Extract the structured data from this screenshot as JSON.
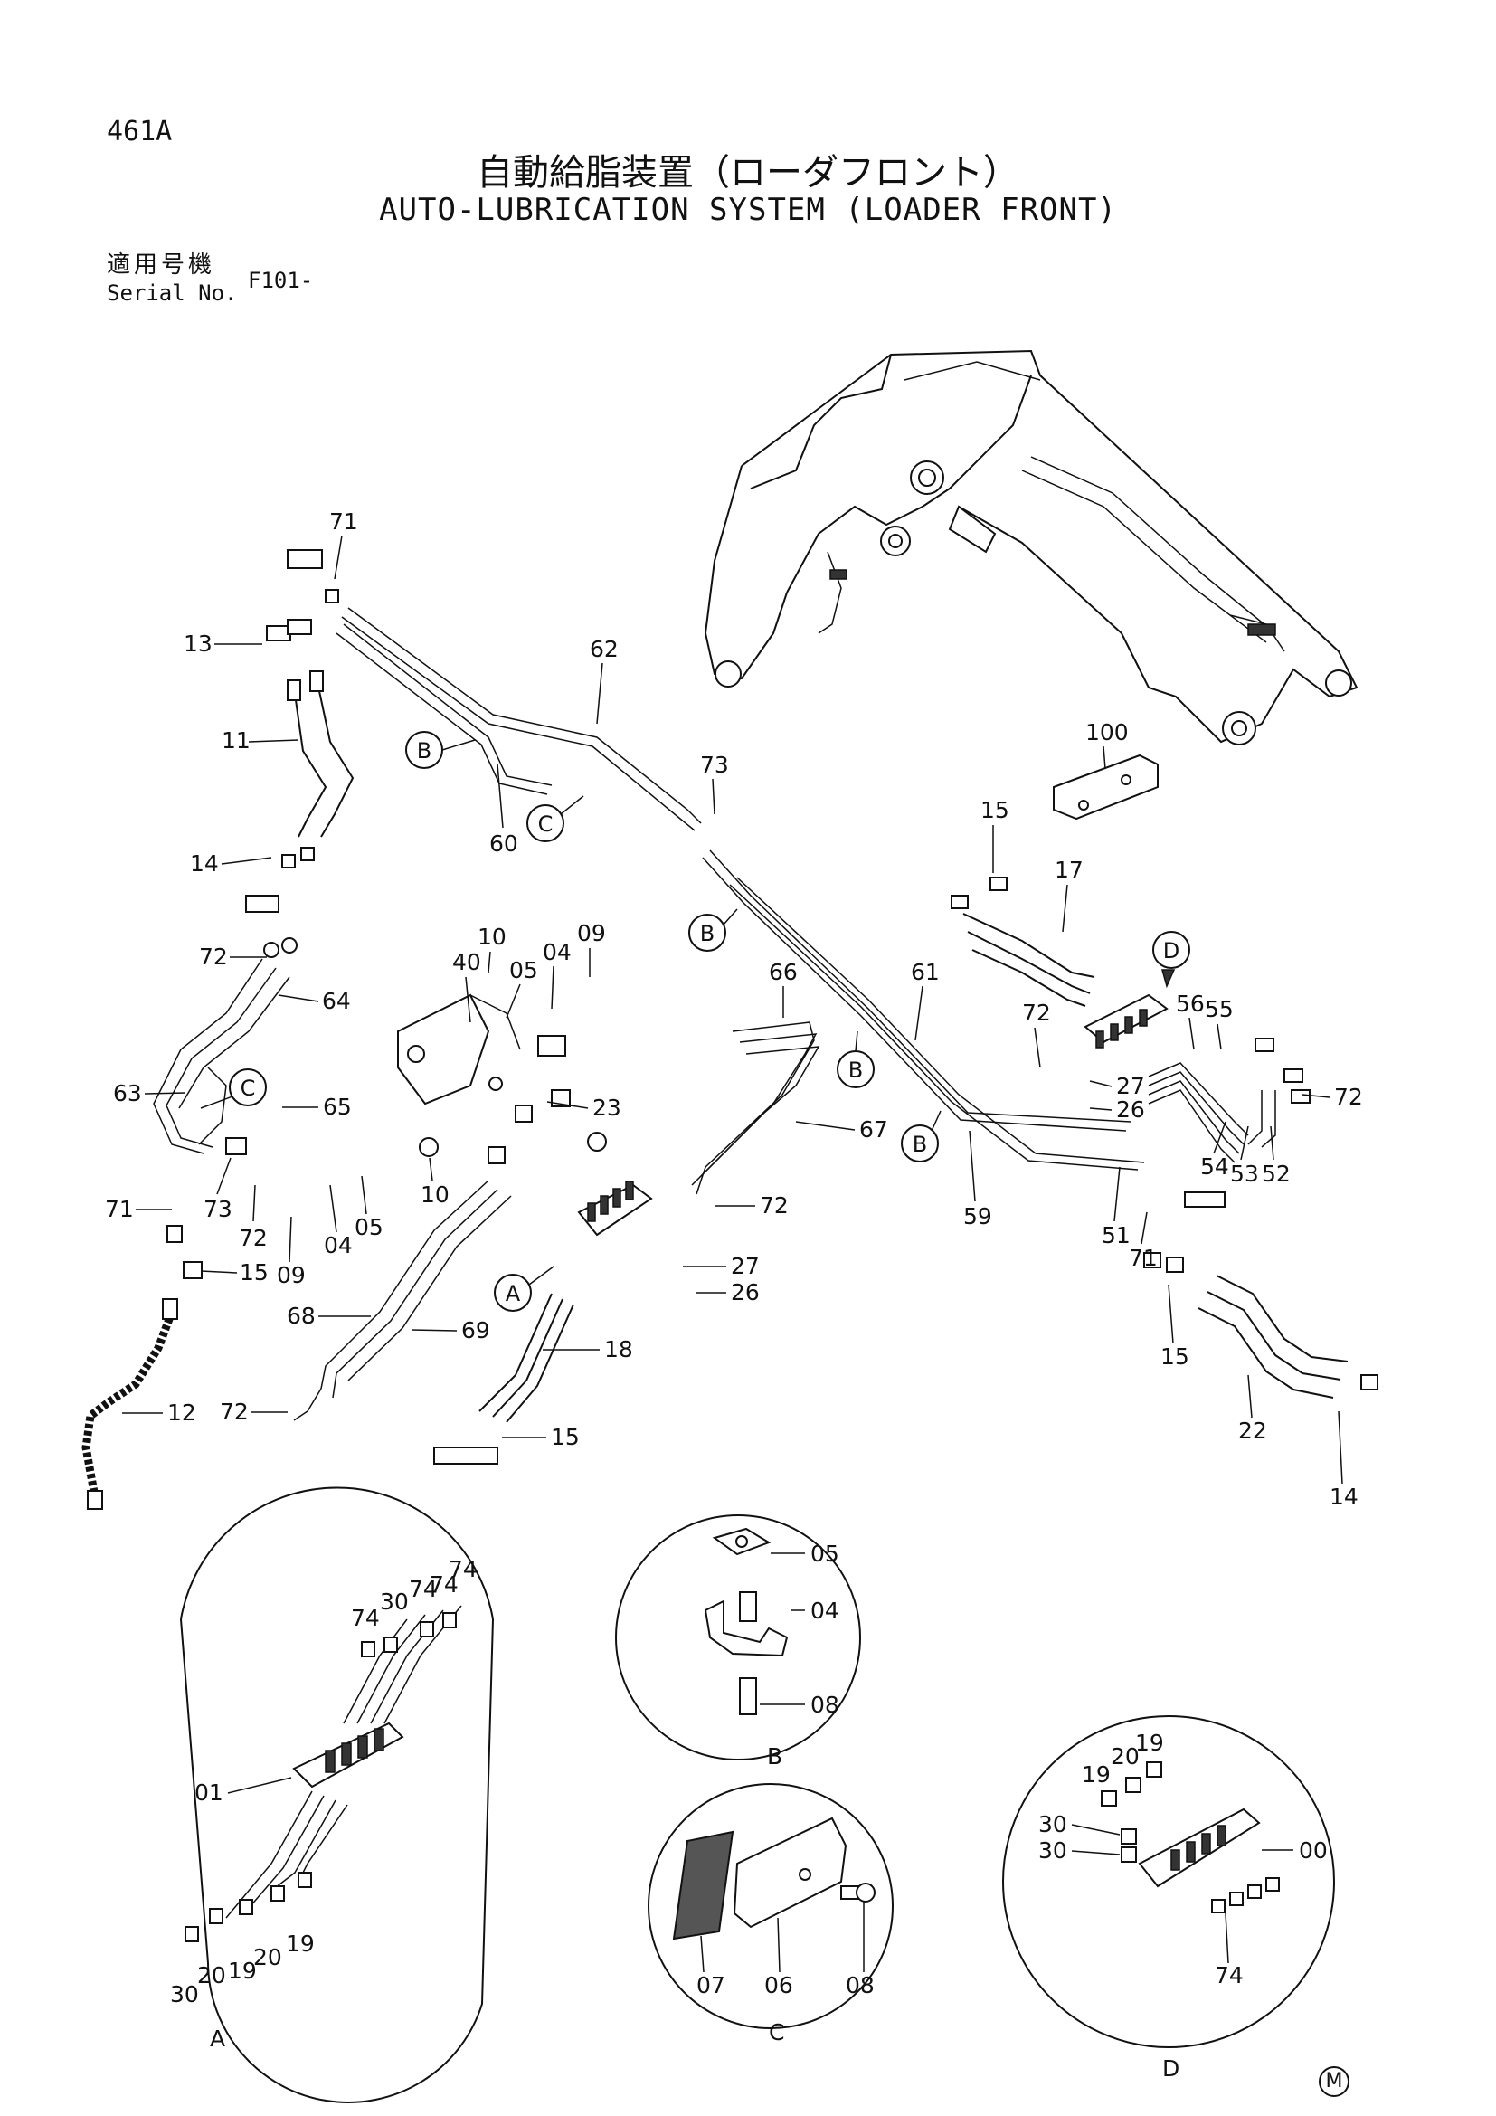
{
  "header": {
    "page_no": "461A",
    "title_jp": "自動給脂装置（ローダフロント）",
    "title_en": "AUTO-LUBRICATION SYSTEM (LOADER FRONT)",
    "serial_label_jp": "適用号機",
    "serial_label_en": "Serial No.",
    "serial_value": "F101-"
  },
  "main_labels": {
    "p71a": "71",
    "p13": "13",
    "p11": "11",
    "p14a": "14",
    "p72a": "72",
    "p64": "64",
    "p63": "63",
    "p65": "65",
    "p71b": "71",
    "p73a": "73",
    "p72b": "72",
    "p09a": "09",
    "p04a": "04",
    "p05a": "05",
    "p10a": "10",
    "p15a": "15",
    "p12": "12",
    "p68": "68",
    "p69": "69",
    "p72c": "72",
    "p15b": "15",
    "p18": "18",
    "p26a": "26",
    "p27a": "27",
    "p40": "40",
    "p10b": "10",
    "p05b": "05",
    "p04b": "04",
    "p09b": "09",
    "p23": "23",
    "p62": "62",
    "p60": "60",
    "p73b": "73",
    "p61": "61",
    "p66": "66",
    "p67": "67",
    "p72d": "72",
    "p59": "59",
    "p100": "100",
    "p15c": "15",
    "p17": "17",
    "p72e": "72",
    "p27b": "27",
    "p26b": "26",
    "p56": "56",
    "p55": "55",
    "p72f": "72",
    "p54": "54",
    "p53": "53",
    "p52": "52",
    "p51": "51",
    "p71c": "71",
    "p15d": "15",
    "p22": "22",
    "p14b": "14"
  },
  "callouts": {
    "B1": "B",
    "C1": "C",
    "B2": "B",
    "B3": "B",
    "B4": "B",
    "C2": "C",
    "A": "A",
    "D": "D"
  },
  "detail_a": {
    "caption": "A",
    "labels": {
      "l74a": "74",
      "l30a": "30",
      "l74b": "74",
      "l74c": "74",
      "l01": "01",
      "l30b": "30",
      "l20a": "20",
      "l19a": "19",
      "l20b": "20",
      "l19b": "19"
    }
  },
  "detail_b": {
    "caption": "B",
    "labels": {
      "l05": "05",
      "l04": "04",
      "l08": "08"
    }
  },
  "detail_c": {
    "caption": "C",
    "labels": {
      "l07": "07",
      "l06": "06",
      "l08": "08"
    }
  },
  "detail_d": {
    "caption": "D",
    "labels": {
      "l19a": "19",
      "l20": "20",
      "l19b": "19",
      "l30a": "30",
      "l30b": "30",
      "l00": "00",
      "l74": "74"
    }
  },
  "footer_mark": "M",
  "colors": {
    "ink": "#111111",
    "paper": "#ffffff"
  }
}
